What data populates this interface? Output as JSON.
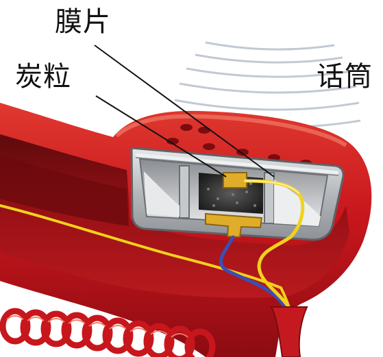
{
  "labels": {
    "membrane": "膜片",
    "carbon_granules": "炭粒",
    "microphone": "话筒"
  },
  "colors": {
    "handset_red": "#c8161d",
    "handset_dark": "#7a0c10",
    "handset_highlight": "#e8554a",
    "capsule_grey": "#b9bcc0",
    "wire_yellow": "#f2d21c",
    "wire_blue": "#3a4fb3",
    "brass": "#d9a62a",
    "sound_waves": "#aeb8c4"
  }
}
